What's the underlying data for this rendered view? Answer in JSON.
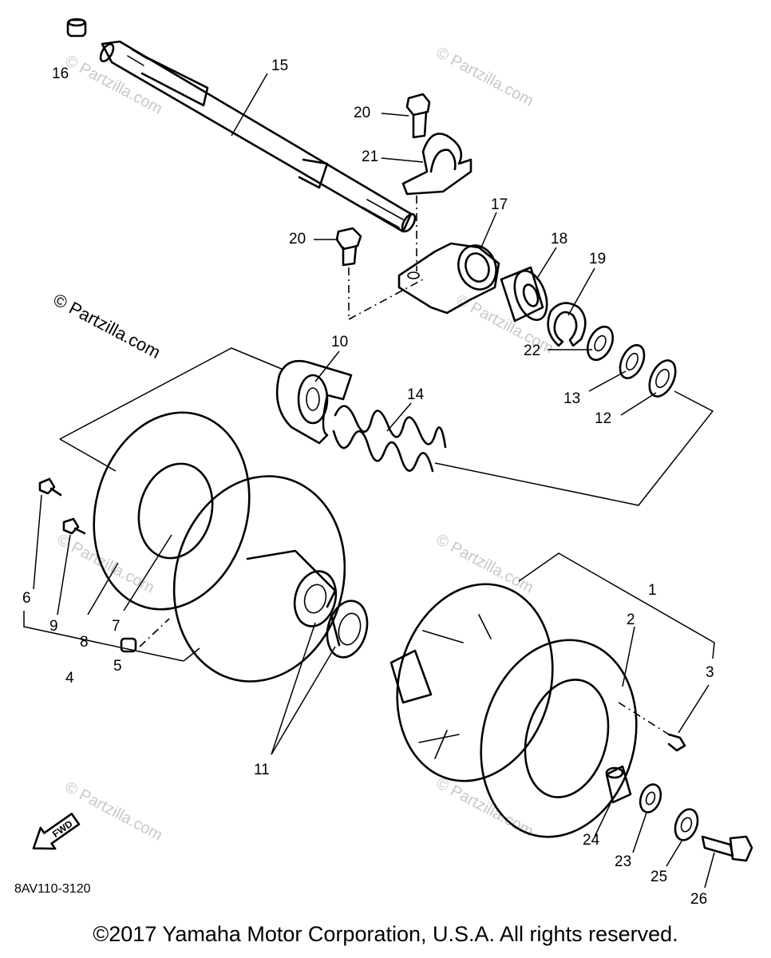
{
  "watermarks": [
    "© Partzilla.com",
    "© Partzilla.com",
    "© Partzilla.com",
    "© Partzilla.com",
    "© Partzilla.com",
    "© Partzilla.com",
    "© Partzilla.com",
    "© Partzilla.com"
  ],
  "callouts": {
    "c1": "1",
    "c2": "2",
    "c3": "3",
    "c4": "4",
    "c5": "5",
    "c6": "6",
    "c7": "7",
    "c8": "8",
    "c9": "9",
    "c10": "10",
    "c11": "11",
    "c12": "12",
    "c13": "13",
    "c14": "14",
    "c15": "15",
    "c16": "16",
    "c17": "17",
    "c18": "18",
    "c19": "19",
    "c20a": "20",
    "c20b": "20",
    "c21": "21",
    "c22": "22",
    "c23": "23",
    "c24": "24",
    "c25": "25",
    "c26": "26"
  },
  "front_arrow": "FWD",
  "diagram_code": "8AV110-3120",
  "copyright": "©2017 Yamaha Motor Corporation, U.S.A. All rights reserved."
}
